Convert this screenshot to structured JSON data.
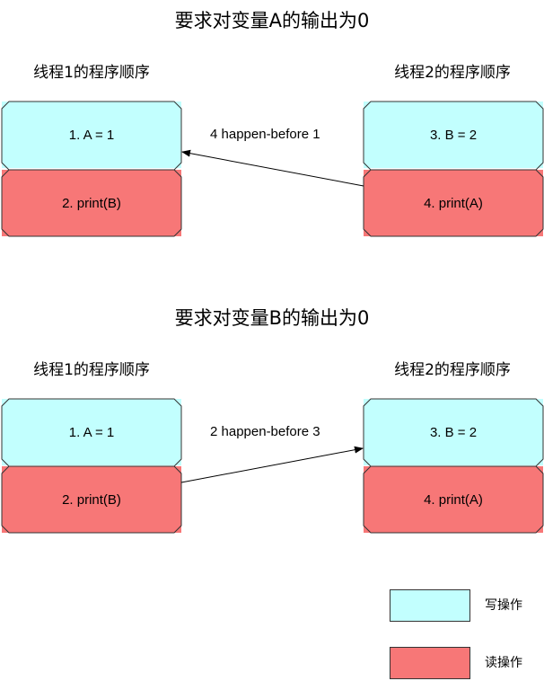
{
  "sections": [
    {
      "title": "要求对变量A的输出为0",
      "thread1_label": "线程1的程序顺序",
      "thread2_label": "线程2的程序顺序",
      "thread1_ops": [
        "1. A = 1",
        "2. print(B)"
      ],
      "thread2_ops": [
        "3. B = 2",
        "4. print(A)"
      ],
      "edge_label": "4 happen-before 1"
    },
    {
      "title": "要求对变量B的输出为0",
      "thread1_label": "线程1的程序顺序",
      "thread2_label": "线程2的程序顺序",
      "thread1_ops": [
        "1. A = 1",
        "2. print(B)"
      ],
      "thread2_ops": [
        "3. B = 2",
        "4. print(A)"
      ],
      "edge_label": "2 happen-before 3"
    }
  ],
  "legend": {
    "write_label": "写操作",
    "read_label": "读操作"
  },
  "colors": {
    "write": "#c2fffe",
    "read": "#f77777",
    "border": "#333333"
  }
}
